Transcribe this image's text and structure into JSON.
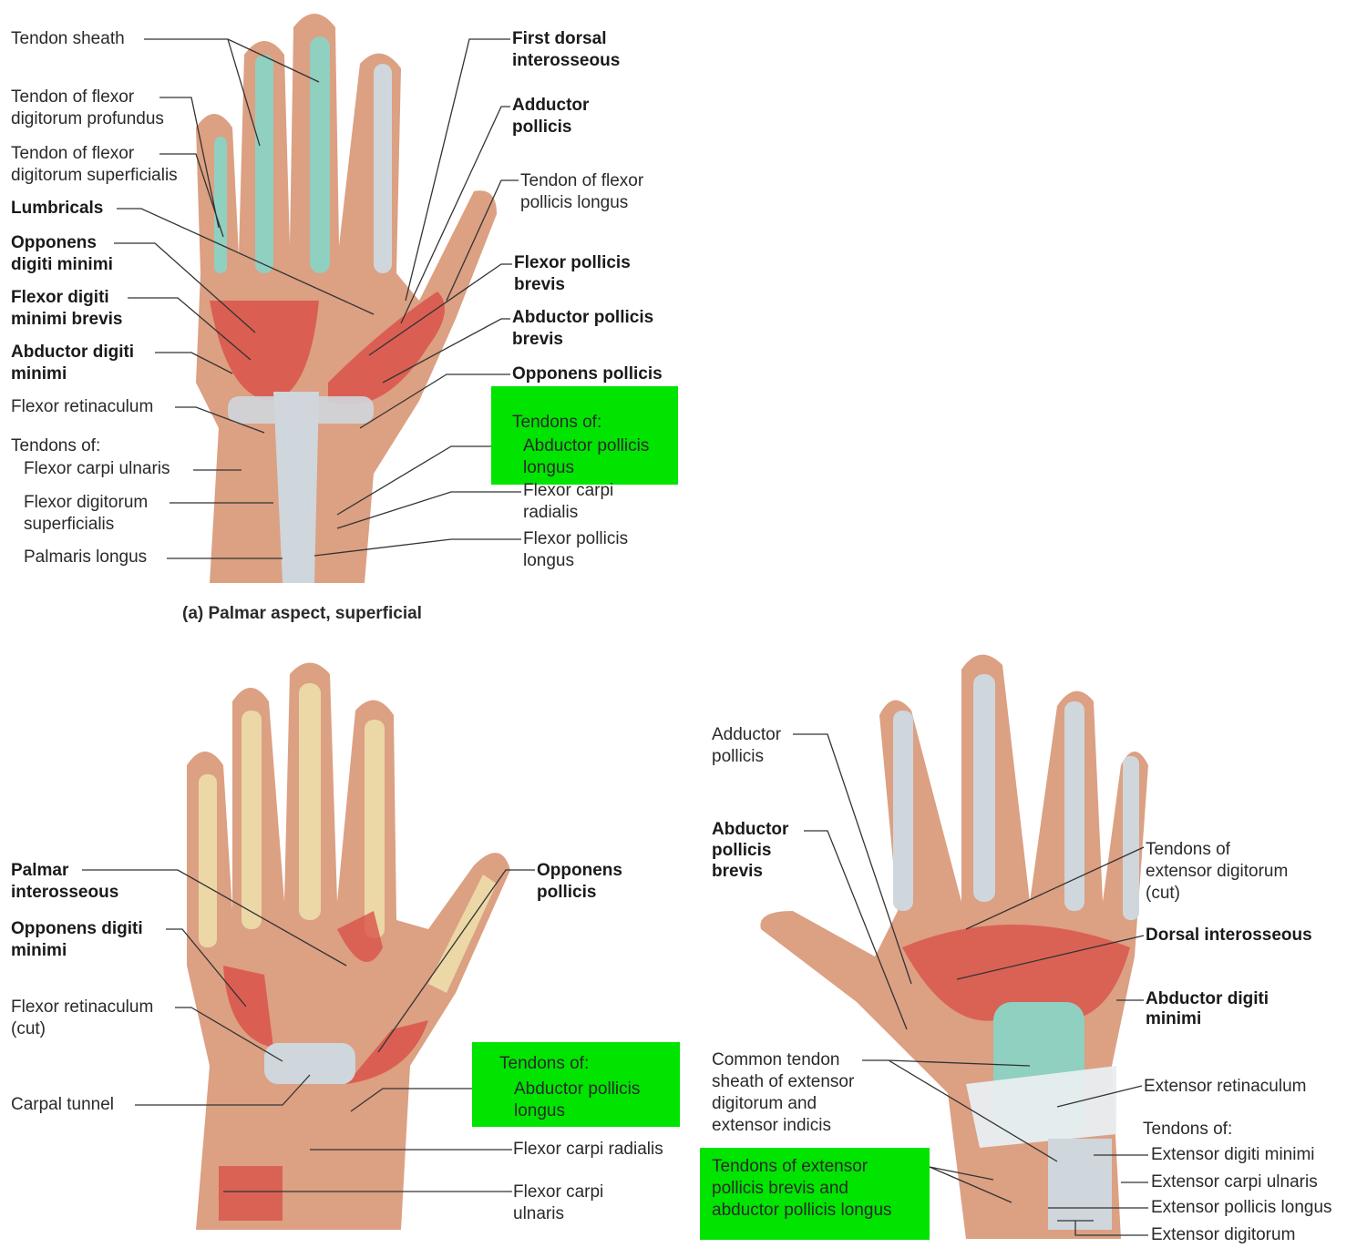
{
  "colors": {
    "highlight": "#00e400",
    "skin": "#dca083",
    "muscle": "#d9534a",
    "tendon": "#cfd6dc",
    "sheath": "#8fd0c0",
    "bone": "#ecd7a6"
  },
  "panel_a": {
    "caption": "(a)  Palmar aspect, superficial",
    "left_labels": [
      [
        "Tendon sheath"
      ],
      [
        "Tendon of flexor",
        "digitorum profundus"
      ],
      [
        "Tendon of flexor",
        "digitorum superficialis"
      ],
      [
        "Lumbricals"
      ],
      [
        "Opponens",
        "digiti minimi"
      ],
      [
        "Flexor digiti",
        "minimi brevis"
      ],
      [
        "Abductor digiti",
        "minimi"
      ],
      [
        "Flexor retinaculum"
      ],
      [
        "Tendons of:"
      ],
      [
        "Flexor carpi ulnaris"
      ],
      [
        "Flexor digitorum",
        "superficialis"
      ],
      [
        "Palmaris longus"
      ]
    ],
    "right_labels": [
      [
        "First dorsal",
        "interosseous"
      ],
      [
        "Adductor",
        "pollicis"
      ],
      [
        "Tendon of flexor",
        "pollicis longus"
      ],
      [
        "Flexor pollicis",
        "brevis"
      ],
      [
        "Abductor pollicis",
        "brevis"
      ],
      [
        "Opponens pollicis"
      ],
      [
        "Flexor carpi",
        "radialis"
      ],
      [
        "Flexor pollicis",
        "longus"
      ]
    ],
    "highlight": {
      "heading": "Tendons of:",
      "lines": [
        "Abductor pollicis",
        "longus"
      ]
    }
  },
  "panel_b": {
    "labels": [
      [
        "Palmar",
        "interosseous"
      ],
      [
        "Opponens digiti",
        "minimi"
      ],
      [
        "Flexor retinaculum",
        "(cut)"
      ],
      [
        "Carpal tunnel"
      ],
      [
        "Opponens",
        "pollicis"
      ],
      [
        "Flexor carpi radialis"
      ],
      [
        "Flexor carpi",
        "ulnaris"
      ]
    ],
    "highlight": {
      "heading": "Tendons of:",
      "lines": [
        "Abductor pollicis",
        "longus"
      ]
    }
  },
  "panel_c": {
    "labels": [
      [
        "Adductor",
        "pollicis"
      ],
      [
        "Abductor",
        "pollicis",
        "brevis"
      ],
      [
        "Tendons of",
        "extensor digitorum",
        "(cut)"
      ],
      [
        "Dorsal interosseous"
      ],
      [
        "Abductor digiti",
        "minimi"
      ],
      [
        "Common tendon",
        "sheath of extensor",
        "digitorum and",
        "extensor indicis"
      ],
      [
        "Extensor retinaculum"
      ],
      [
        "Tendons of:"
      ],
      [
        "Extensor digiti minimi"
      ],
      [
        "Extensor carpi ulnaris"
      ],
      [
        "Extensor pollicis longus"
      ],
      [
        "Extensor digitorum"
      ]
    ],
    "highlight": {
      "lines": [
        "Tendons of extensor",
        "pollicis brevis and",
        "abductor pollicis longus"
      ]
    }
  }
}
